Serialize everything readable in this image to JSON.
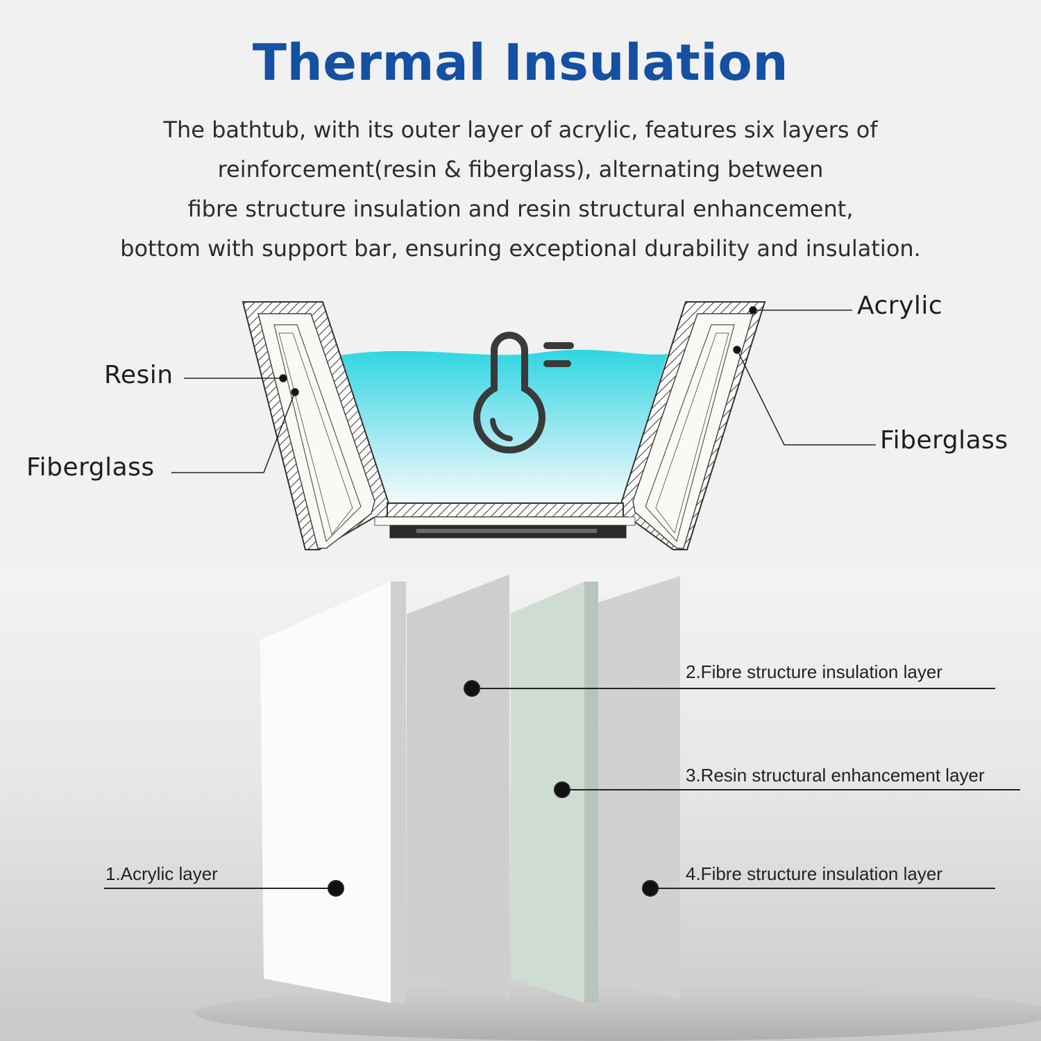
{
  "title": "Thermal Insulation",
  "description": [
    "The bathtub, with its outer layer of acrylic, features six layers of",
    "reinforcement(resin & fiberglass), alternating between",
    "fibre structure insulation and resin structural enhancement,",
    "bottom with support bar, ensuring exceptional durability and insulation."
  ],
  "tub_labels": {
    "resin": "Resin",
    "fiberglass_left": "Fiberglass",
    "acrylic": "Acrylic",
    "fiberglass_right": "Fiberglass"
  },
  "layer_labels": {
    "layer1": "1.Acrylic layer",
    "layer2": "2.Fibre structure insulation layer",
    "layer3": "3.Resin structural enhancement layer",
    "layer4": "4.Fibre structure insulation layer"
  },
  "colors": {
    "title": "#1450a3",
    "water_top": "#2fd6e2",
    "water_bottom": "#eaf9fc",
    "icon": "#3a3a3a",
    "resin_panel": "#cfdcd3"
  },
  "icons": [
    "thermometer-icon"
  ]
}
